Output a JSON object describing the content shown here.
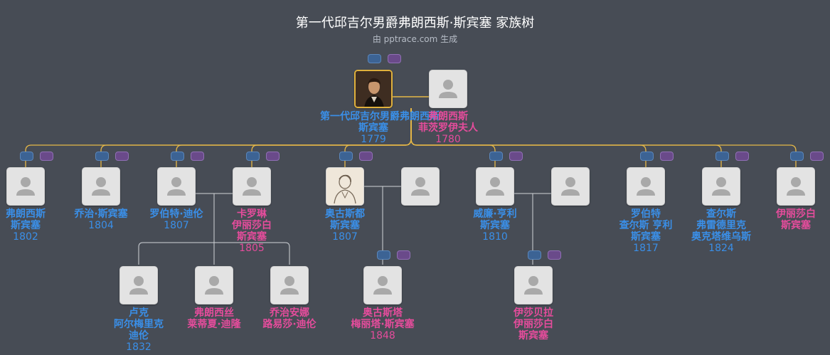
{
  "title": "第一代邱吉尔男爵弗朗西斯·斯宾塞 家族树",
  "subtitle": "由 pptrace.com 生成",
  "people": [
    {
      "id": "p1",
      "gender": "m",
      "lines": [
        "第一代邱吉尔男爵弗朗西斯",
        "斯宾塞"
      ],
      "year": "1779",
      "photo": "portrait"
    },
    {
      "id": "p2",
      "gender": "f",
      "lines": [
        "弗朗西斯",
        "菲茨罗伊夫人"
      ],
      "year": "1780",
      "photo": "placeholder"
    },
    {
      "id": "c1",
      "gender": "m",
      "lines": [
        "弗朗西斯",
        "斯宾塞"
      ],
      "year": "1802",
      "photo": "placeholder"
    },
    {
      "id": "c2",
      "gender": "m",
      "lines": [
        "乔治·斯宾塞"
      ],
      "year": "1804",
      "photo": "placeholder"
    },
    {
      "id": "c3",
      "gender": "m",
      "lines": [
        "罗伯特·迪伦"
      ],
      "year": "1807",
      "photo": "placeholder"
    },
    {
      "id": "c4",
      "gender": "f",
      "lines": [
        "卡罗琳",
        "伊丽莎白",
        "斯宾塞"
      ],
      "year": "1805",
      "photo": "placeholder"
    },
    {
      "id": "c5",
      "gender": "m",
      "lines": [
        "奥古斯都",
        "斯宾塞"
      ],
      "year": "1807",
      "photo": "sketch"
    },
    {
      "id": "c5s",
      "gender": "f",
      "lines": [],
      "year": "",
      "photo": "placeholder"
    },
    {
      "id": "c6",
      "gender": "m",
      "lines": [
        "威廉·亨利",
        "斯宾塞"
      ],
      "year": "1810",
      "photo": "placeholder"
    },
    {
      "id": "c6s",
      "gender": "f",
      "lines": [],
      "year": "",
      "photo": "placeholder"
    },
    {
      "id": "c7",
      "gender": "m",
      "lines": [
        "罗伯特",
        "查尔斯 亨利",
        "斯宾塞"
      ],
      "year": "1817",
      "photo": "placeholder"
    },
    {
      "id": "c8",
      "gender": "m",
      "lines": [
        "查尔斯",
        "弗雷德里克",
        "奥克塔维乌斯"
      ],
      "year": "1824",
      "photo": "placeholder"
    },
    {
      "id": "c9",
      "gender": "f",
      "lines": [
        "伊丽莎白",
        "斯宾塞"
      ],
      "year": "",
      "photo": "placeholder"
    },
    {
      "id": "g1",
      "gender": "m",
      "lines": [
        "卢克",
        "阿尔梅里克",
        "迪伦"
      ],
      "year": "1832",
      "photo": "placeholder"
    },
    {
      "id": "g2",
      "gender": "f",
      "lines": [
        "弗朗西丝",
        "莱蒂夏·迪隆"
      ],
      "year": "",
      "photo": "placeholder"
    },
    {
      "id": "g3",
      "gender": "f",
      "lines": [
        "乔治安娜",
        "路易莎·迪伦"
      ],
      "year": "",
      "photo": "placeholder"
    },
    {
      "id": "g4",
      "gender": "f",
      "lines": [
        "奥古斯塔",
        "梅丽塔·斯宾塞"
      ],
      "year": "1848",
      "photo": "placeholder"
    },
    {
      "id": "g5",
      "gender": "f",
      "lines": [
        "伊莎贝拉",
        "伊丽莎白",
        "斯宾塞"
      ],
      "year": "",
      "photo": "placeholder"
    }
  ]
}
